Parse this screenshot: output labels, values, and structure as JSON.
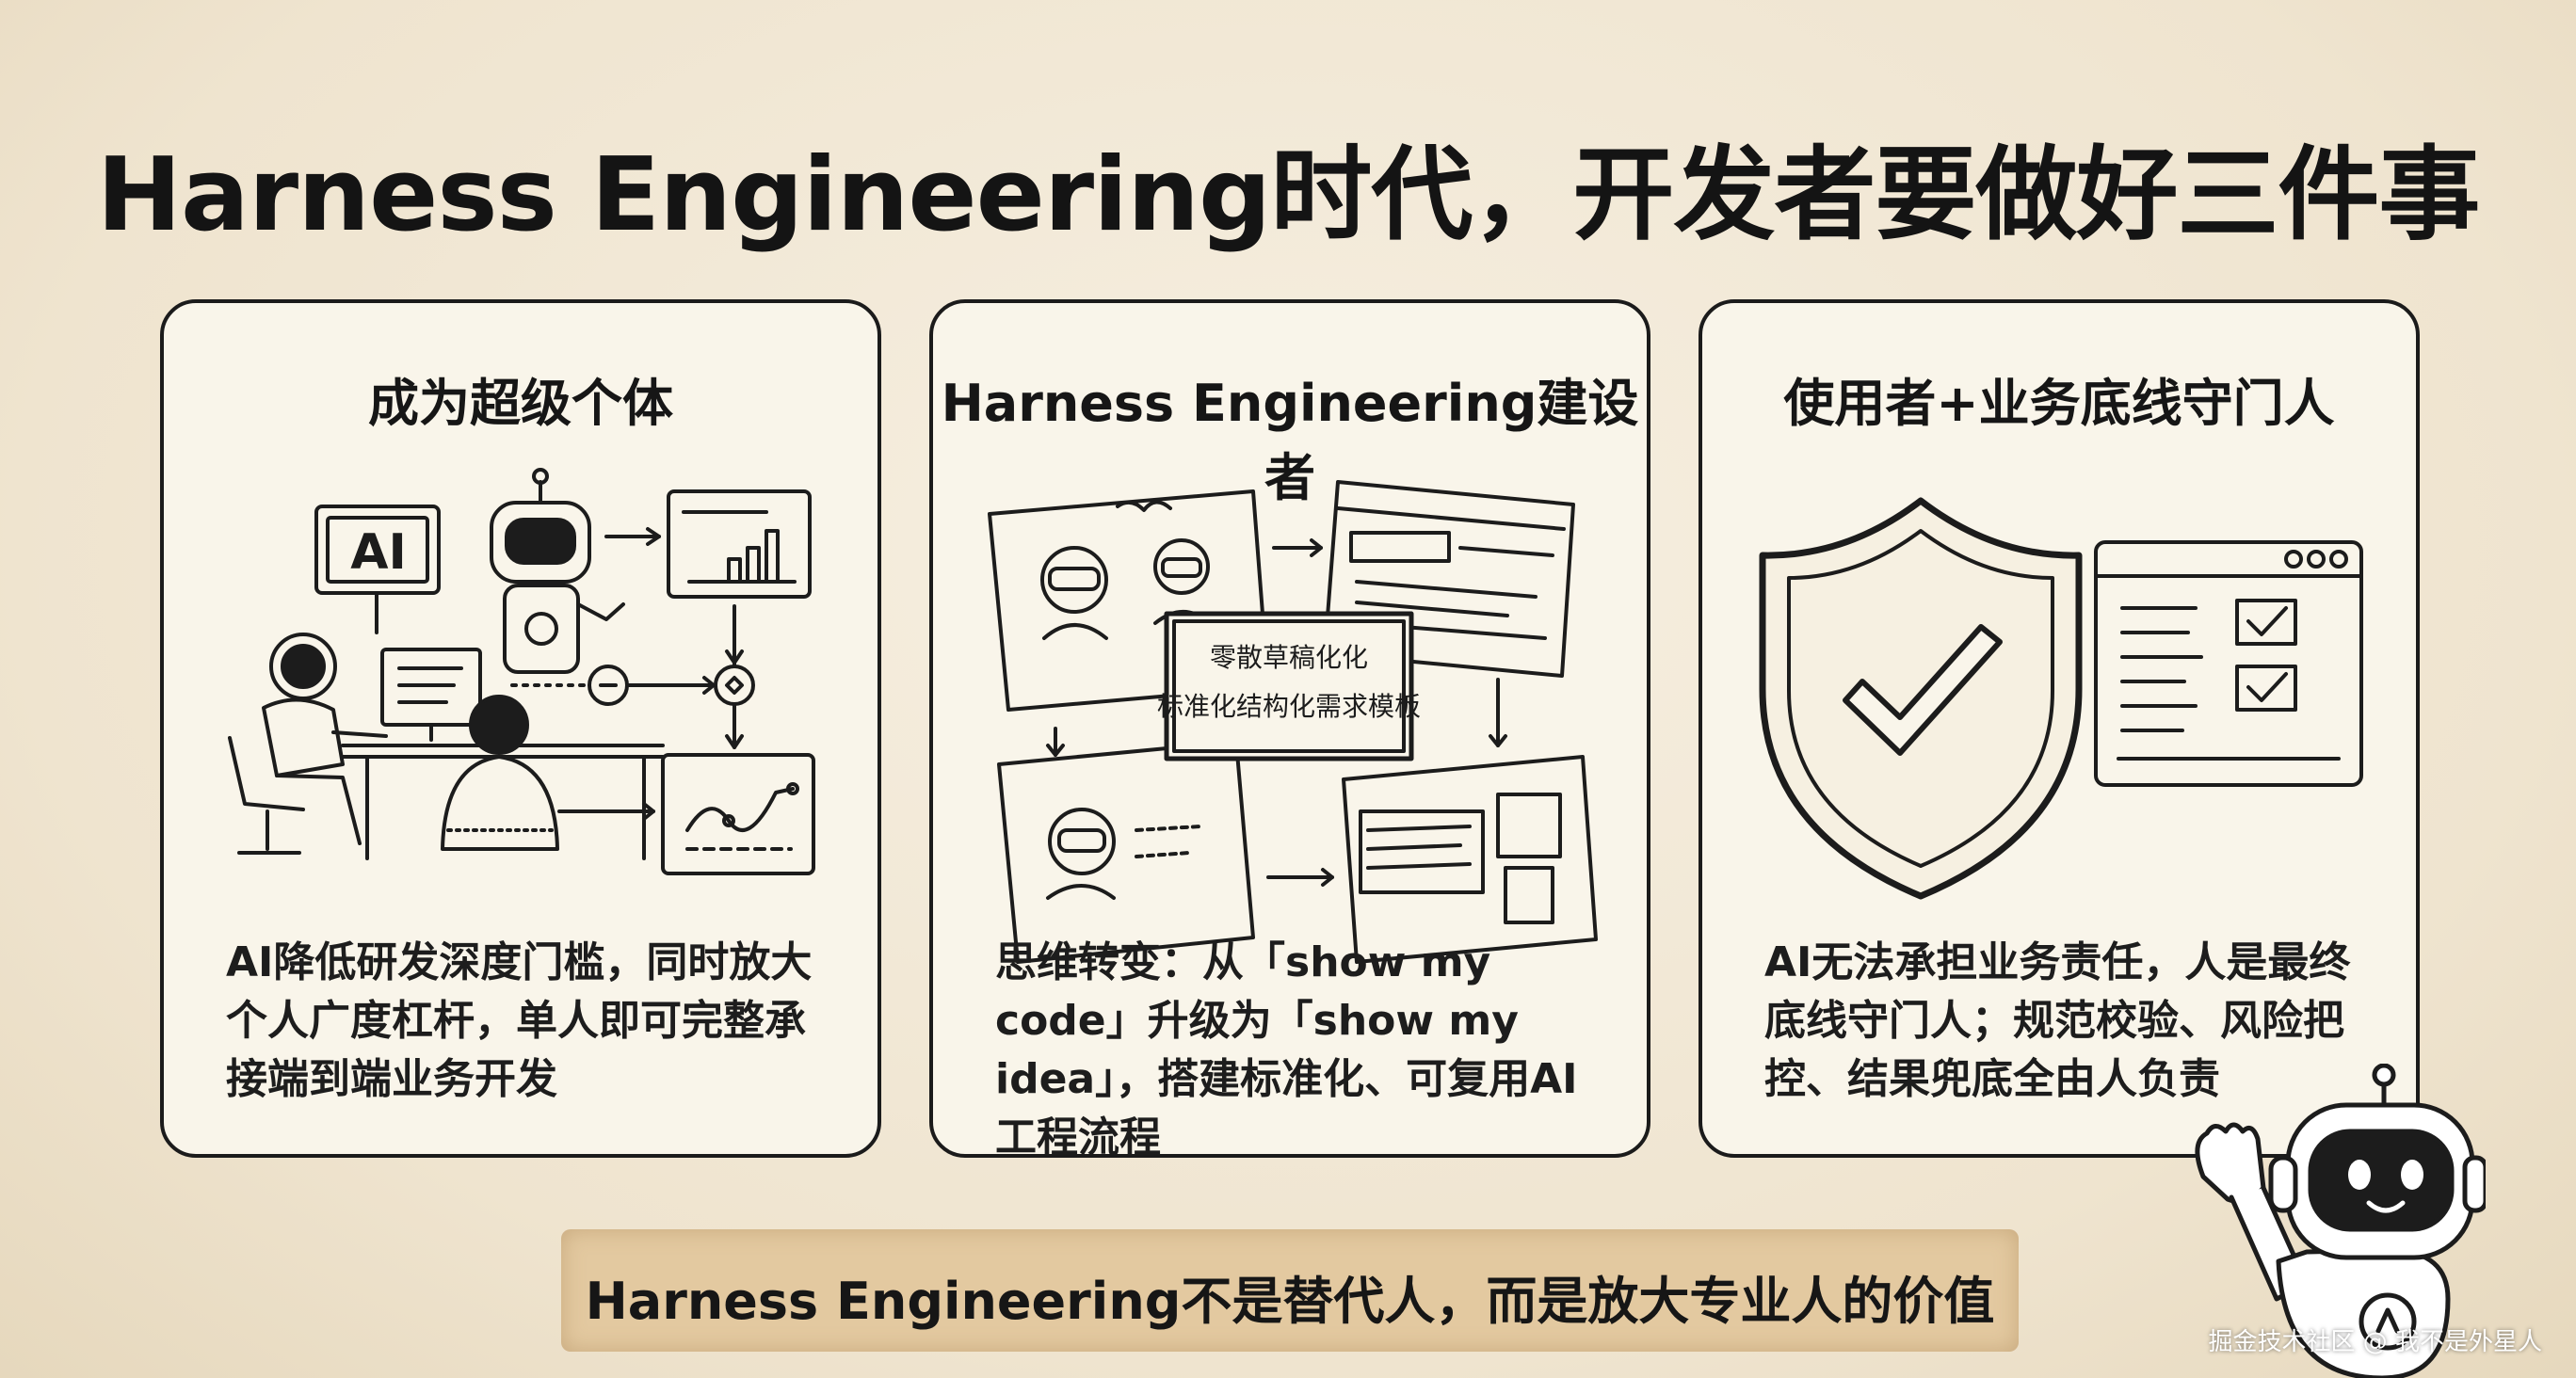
{
  "title": "Harness Engineering时代，开发者要做好三件事",
  "cards": [
    {
      "title": "成为超级个体",
      "desc": "AI降低研发深度门槛，同时放大个人广度杠杆，单人即可完整承接端到端业务开发",
      "illustration_label": "AI"
    },
    {
      "title": "Harness Engineering建设者",
      "desc": "思维转变：从「show my code」升级为「show my idea」，搭建标准化、可复用AI工程流程",
      "illustration_labels": [
        "零散草稿化化",
        "标准化结构化需求模板"
      ]
    },
    {
      "title": "使用者+业务底线守门人",
      "desc": "AI无法承担业务责任，人是最终底线守门人；规范校验、风险把控、结果兜底全由人负责"
    }
  ],
  "banner": "Harness Engineering不是替代人，而是放大专业人的价值",
  "watermark": "掘金技术社区 @ 我不是外星人"
}
